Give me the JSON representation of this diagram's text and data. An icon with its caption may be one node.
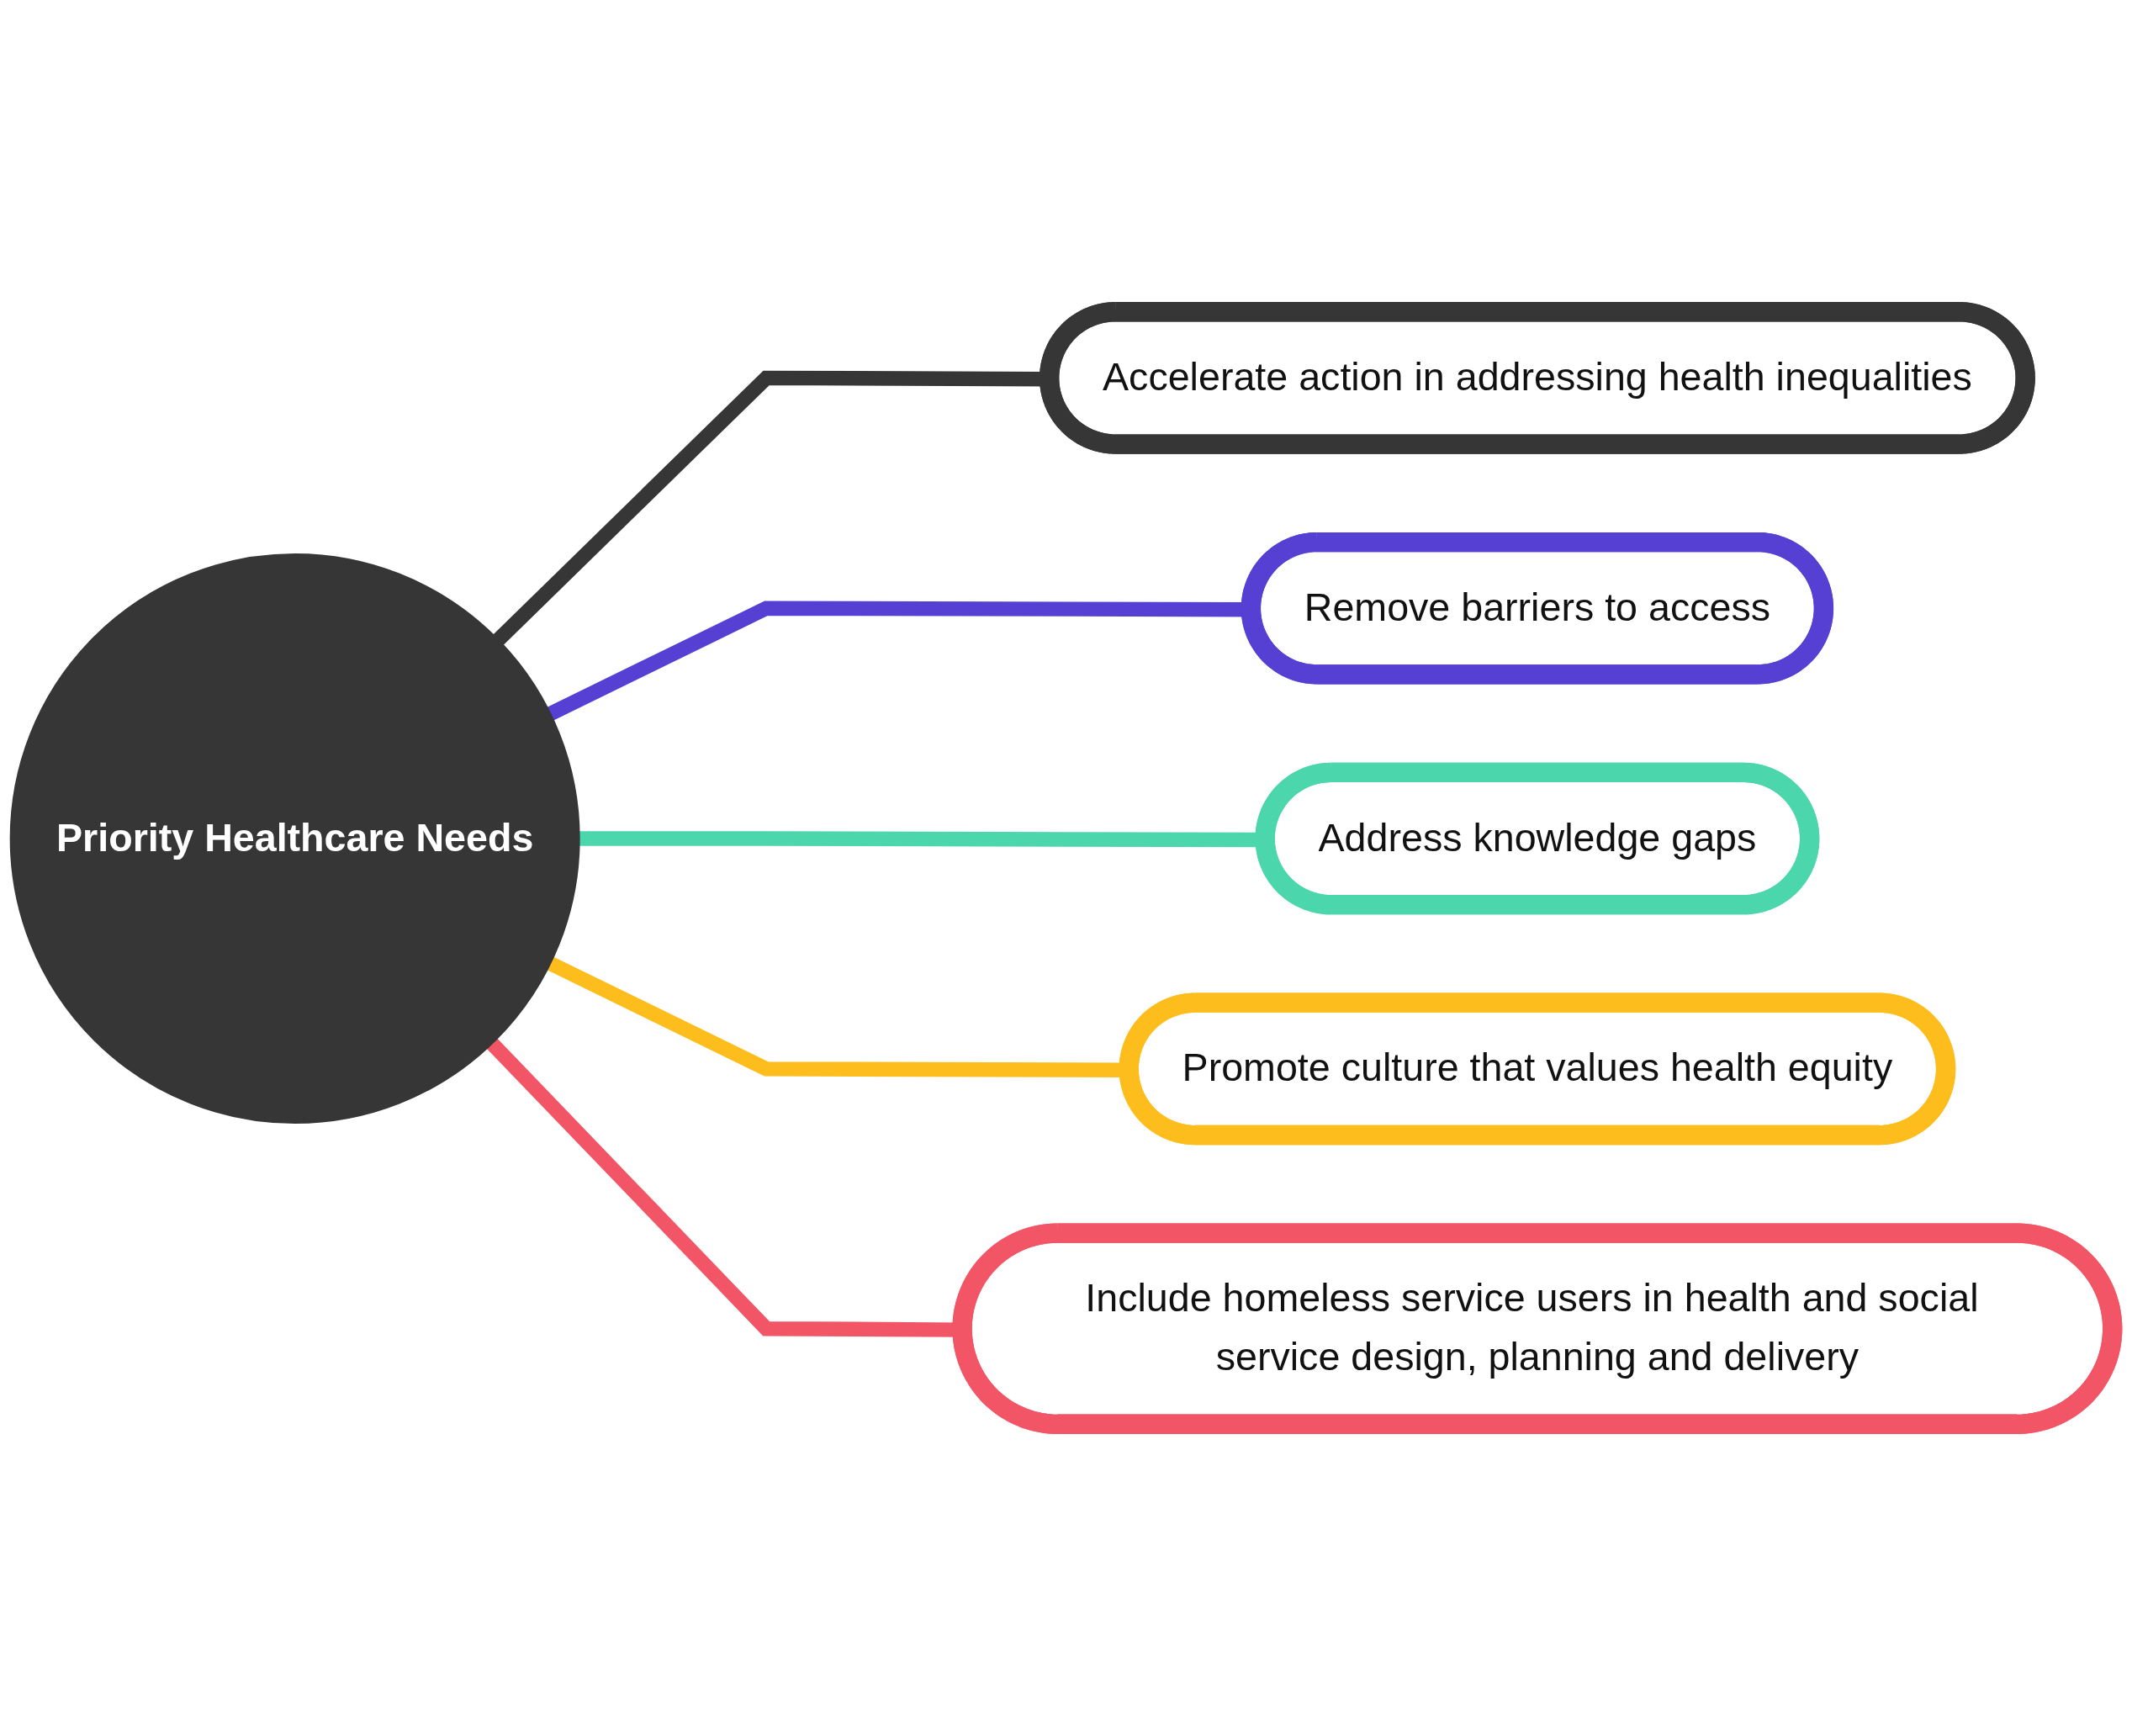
{
  "diagram": {
    "nodes": [
      {
        "text": [
          "Priority Healthcare Needs"
        ]
      },
      {
        "text": [
          "Accelerate action in addressing health inequalities"
        ]
      },
      {
        "text": [
          "Remove barriers to access"
        ]
      },
      {
        "text": [
          "Address knowledge gaps"
        ]
      },
      {
        "text": [
          "Promote culture that values health equity"
        ]
      },
      {
        "text": [
          "Include homeless service users in health and social service design, planning and delivery"
        ]
      }
    ],
    "edges": [
      {
        "from": 0,
        "to": 1,
        "arrow": "none",
        "color": "#363636"
      },
      {
        "from": 0,
        "to": 2,
        "arrow": "none",
        "color": "#5540d3"
      },
      {
        "from": 0,
        "to": 3,
        "arrow": "none",
        "color": "#4cd6ac"
      },
      {
        "from": 0,
        "to": 4,
        "arrow": "none",
        "color": "#fdbd1c"
      },
      {
        "from": 0,
        "to": 5,
        "arrow": "none",
        "color": "#f25566"
      }
    ]
  }
}
